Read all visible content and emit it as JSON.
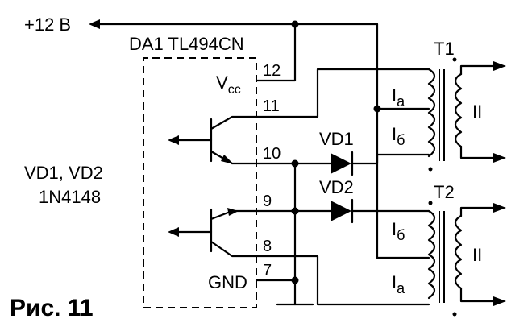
{
  "supply_label": "+12 В",
  "ic": {
    "name": "DA1 TL494CN",
    "vcc": "V",
    "vcc_sub": "cc",
    "gnd": "GND",
    "pins": [
      "12",
      "11",
      "10",
      "9",
      "8",
      "7"
    ]
  },
  "diodes": {
    "vd1": "VD1",
    "vd2": "VD2",
    "note_line1": "VD1, VD2",
    "note_line2": "1N4148"
  },
  "transformers": {
    "t1": "T1",
    "t2": "T2",
    "winding_a": "I",
    "winding_a_sub": "а",
    "winding_b": "I",
    "winding_b_sub": "б",
    "secondary": "II"
  },
  "caption": "Рис. 11"
}
